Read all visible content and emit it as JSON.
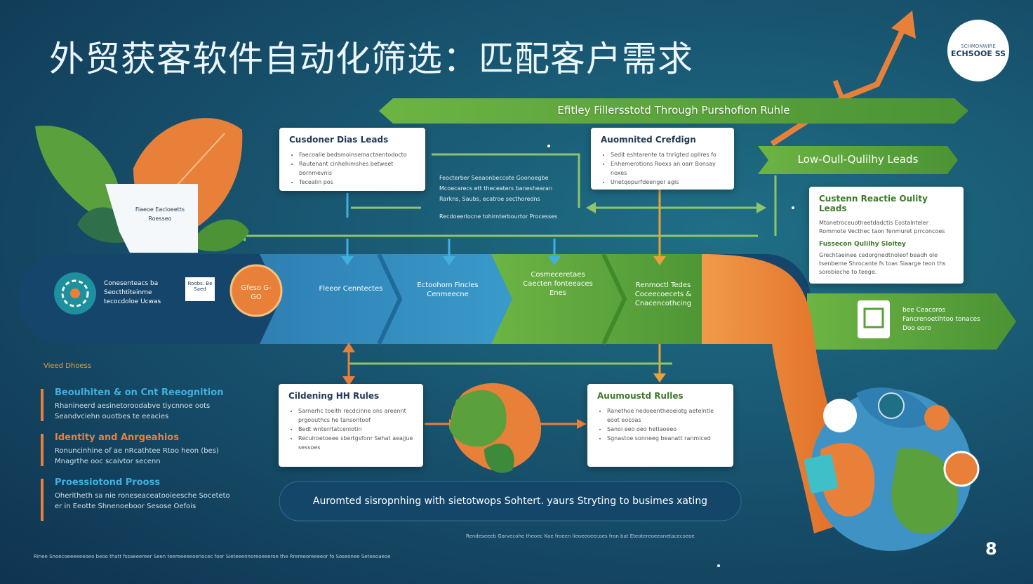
{
  "title": "外贸获客软件自动化筛选：匹配客户需求",
  "logo": {
    "main": "ECHSOOE SS",
    "sub": "SCHMONWIRE"
  },
  "top_banner": "Efitley Fillersstotd Through Purshofion Ruhle",
  "low_banner": "Low-Oull-Qulilhy Leads",
  "cards": {
    "customer_data": {
      "title": "Cusdoner Dias Leads",
      "items": [
        "Faecoalie bedsmoinsemactaentodocto",
        "Rautenant cinhehimshes betweet bornmevnis",
        "Tecealin pos"
      ]
    },
    "automated_design": {
      "title": "Auomnited Crefdign",
      "items": [
        "Sedit eshtarente ta tnrigted opllres fo",
        "Enhemerotions Roexs an oarr Bonsay noxes",
        "Unetqopurfdeenger agls"
      ]
    },
    "quality_leads": {
      "title": "Custenn Reactie Oulity Leads",
      "p1": "Mtonetroceuotheetdadctis Eostalnteler Rommote Vecthec taon  fenmuret prrconcoes",
      "bullet": "Fussecon Qulilhy Sloitey",
      "p2": "Grechtaeinee cedorgnedtnoleof beadh ole tsenbeme Shrocante fs toas Siaarge teon ths sorobieche to teege."
    },
    "clustering": {
      "title": "Cildening HH Rules",
      "items": [
        "Sarnerhc toeith recdcinne ons areennt prgoouthcs he tansontoof",
        "Bedt wnterrtatceniotin",
        "Reculroetoeee sbertgsfonr Sehat aeajjue sessoes"
      ]
    },
    "automated_rules": {
      "title": "Auumoustd Rulles",
      "items": [
        "Ranethoe nedoeentheoeiotg aetelntle eoot eocoas",
        "Sanoi eeo oeo hetlaoeeo",
        "Sgnastoe sonneeg beanatt ranmiced"
      ]
    }
  },
  "center_text": {
    "line1": "Feocterber Seeaonbeccote Goonoegbe",
    "line2": "Mcoecarecs ett theceaters baneshearan",
    "line3": "Rarkns, Saubs, ecatroe secthoredns",
    "line4": "Recdoeerlocne tohirnterbourtor Processes"
  },
  "band": {
    "left_text": "Conesenteacs ba Seocthtiteinme tecocdoloe Ucwas",
    "badge_top": "Roobs. Be",
    "badge_bottom": "Saed",
    "orange_circle": "Gfeso G-GO",
    "seg1": "Fleeor Cenntectes",
    "seg2": "Ectoohom Fincles Cenmeecne",
    "seg3": "Cosmeceretaes Caecten fonteeaces Enes",
    "seg4": "Renmoctl Tedes Coceecoecets & Cnacencothcing",
    "right_text": "bee Ceacoros Fancrenoetihtoo tonaces Doo eoro"
  },
  "left_panel": {
    "label": "Vieed Dhoess",
    "sections": [
      {
        "title": "Beoulhiten & on Cnt Reeognition",
        "text": "Rhanineerd aesinetoroodabve tiycnnoe oots Seandvciehn ouotbes te eeacies",
        "color": "#3fb0e0"
      },
      {
        "title": "Identity and Anrgeahios",
        "text": "Ronuncinhine of ae nRcathtee Rtoo heon (bes) Mnagrthe ooc scaivtor secenn",
        "color": "#e8803a"
      },
      {
        "title": "Proessiotond Prooss",
        "text": "Oheritheth sa nie roneseaceatooieesche Soceteto er in Eeotte Shnenoeboor Sesose Oefois",
        "color": "#3fb0e0"
      }
    ]
  },
  "pill_text": "Auromted sisropnhing with sietotwops Sohtert. yaurs Stryting to busimes xating",
  "footer_center": "Rendeseeeb Garvecohe theoec Kae froeen lieoeeoeecoes fron bat Eteotereoeeanetacecoeoe",
  "footer_left": "Rinee Snoecoeeeeeeoeo beoo thatt fssaeeereer Seen teereeeeeoenocec foor Sieteeennoreoeeeroe the Rrereeoreeeeor fo Soseonee Seteeoaeoe",
  "page_number": "8",
  "colors": {
    "green": "#5aa03c",
    "orange": "#e8803a",
    "blue": "#3f93c4",
    "dark": "#0f3350"
  },
  "icons": [
    "leaf-icon",
    "document-icon",
    "gear-icon",
    "arrow-icon",
    "qr-icon",
    "globe-icon"
  ]
}
